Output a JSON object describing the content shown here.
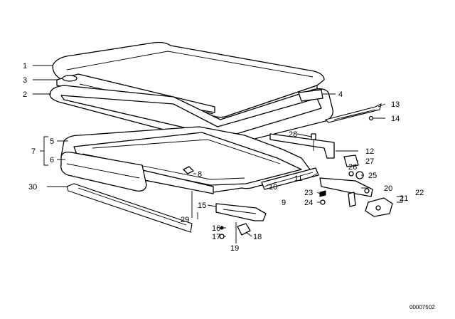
{
  "diagram": {
    "reference_code": "00007502",
    "callouts": [
      {
        "id": "c1",
        "text": "1"
      },
      {
        "id": "c2",
        "text": "2"
      },
      {
        "id": "c3",
        "text": "3"
      },
      {
        "id": "c4",
        "text": "4"
      },
      {
        "id": "c5",
        "text": "5"
      },
      {
        "id": "c6",
        "text": "6"
      },
      {
        "id": "c7",
        "text": "7"
      },
      {
        "id": "c8",
        "text": "8"
      },
      {
        "id": "c9",
        "text": "9"
      },
      {
        "id": "c10",
        "text": "10"
      },
      {
        "id": "c11",
        "text": "11"
      },
      {
        "id": "c12",
        "text": "12"
      },
      {
        "id": "c13",
        "text": "13"
      },
      {
        "id": "c14",
        "text": "14"
      },
      {
        "id": "c15",
        "text": "15"
      },
      {
        "id": "c16",
        "text": "16"
      },
      {
        "id": "c17",
        "text": "17"
      },
      {
        "id": "c18",
        "text": "18"
      },
      {
        "id": "c19",
        "text": "19"
      },
      {
        "id": "c20",
        "text": "20"
      },
      {
        "id": "c21",
        "text": "21"
      },
      {
        "id": "c22",
        "text": "22"
      },
      {
        "id": "c23",
        "text": "23"
      },
      {
        "id": "c24",
        "text": "24"
      },
      {
        "id": "c25",
        "text": "25"
      },
      {
        "id": "c26",
        "text": "26"
      },
      {
        "id": "c27",
        "text": "27"
      },
      {
        "id": "c28",
        "text": "28"
      },
      {
        "id": "c29",
        "text": "29"
      },
      {
        "id": "c30",
        "text": "30"
      }
    ]
  }
}
